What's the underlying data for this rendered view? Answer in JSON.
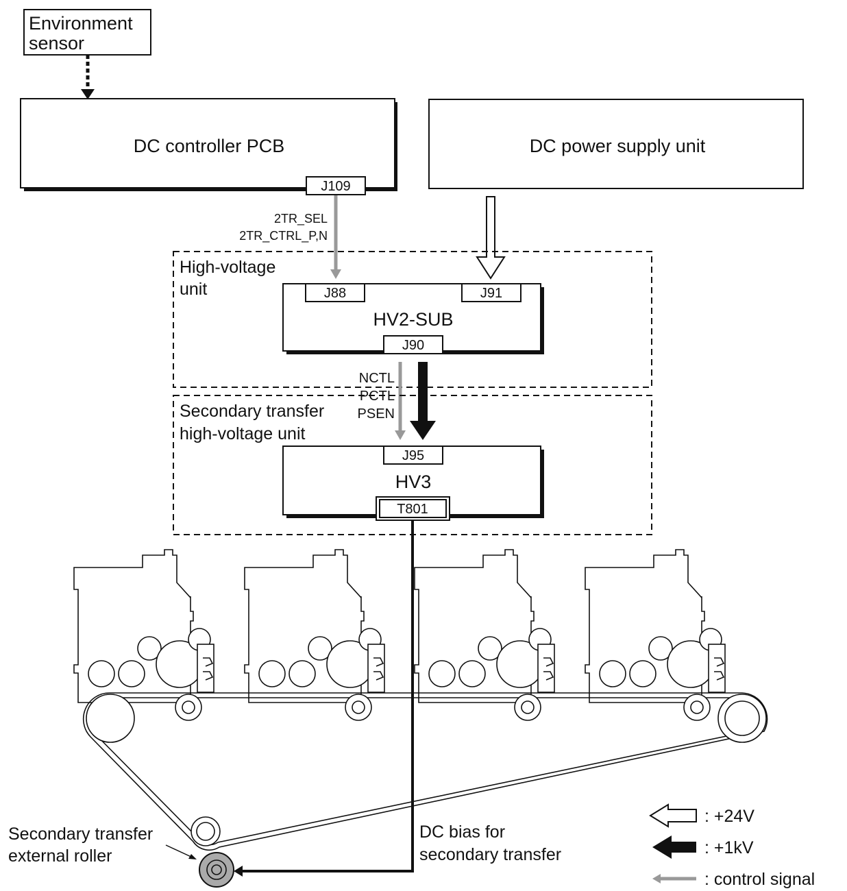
{
  "env_sensor": {
    "line1": "Environment",
    "line2": "sensor"
  },
  "dc_controller": {
    "title": "DC controller PCB",
    "connector": "J109"
  },
  "dc_power": {
    "title": "DC power supply unit"
  },
  "signals_top": {
    "line1": "2TR_SEL",
    "line2": "2TR_CTRL_P,N"
  },
  "hv_unit": {
    "label_line1": "High-voltage",
    "label_line2": "unit"
  },
  "hv2_sub": {
    "title": "HV2-SUB",
    "conn_left": "J88",
    "conn_right": "J91",
    "conn_bottom": "J90"
  },
  "signals_mid": {
    "line1": "NCTL",
    "line2": "PCTL",
    "line3": "PSEN"
  },
  "sec_unit": {
    "label_line1": "Secondary transfer",
    "label_line2": "high-voltage unit"
  },
  "hv3": {
    "title": "HV3",
    "conn_top": "J95",
    "conn_bottom": "T801"
  },
  "roller_label": {
    "line1": "Secondary transfer",
    "line2": "external roller"
  },
  "bias_label": {
    "line1": "DC bias for",
    "line2": "secondary transfer"
  },
  "legend": {
    "v24": ": +24V",
    "kv1": ": +1kV",
    "control": ": control signal"
  },
  "colors": {
    "control_signal": "#999999",
    "high_voltage": "#111111",
    "roller_fill": "#aaaaaa"
  }
}
